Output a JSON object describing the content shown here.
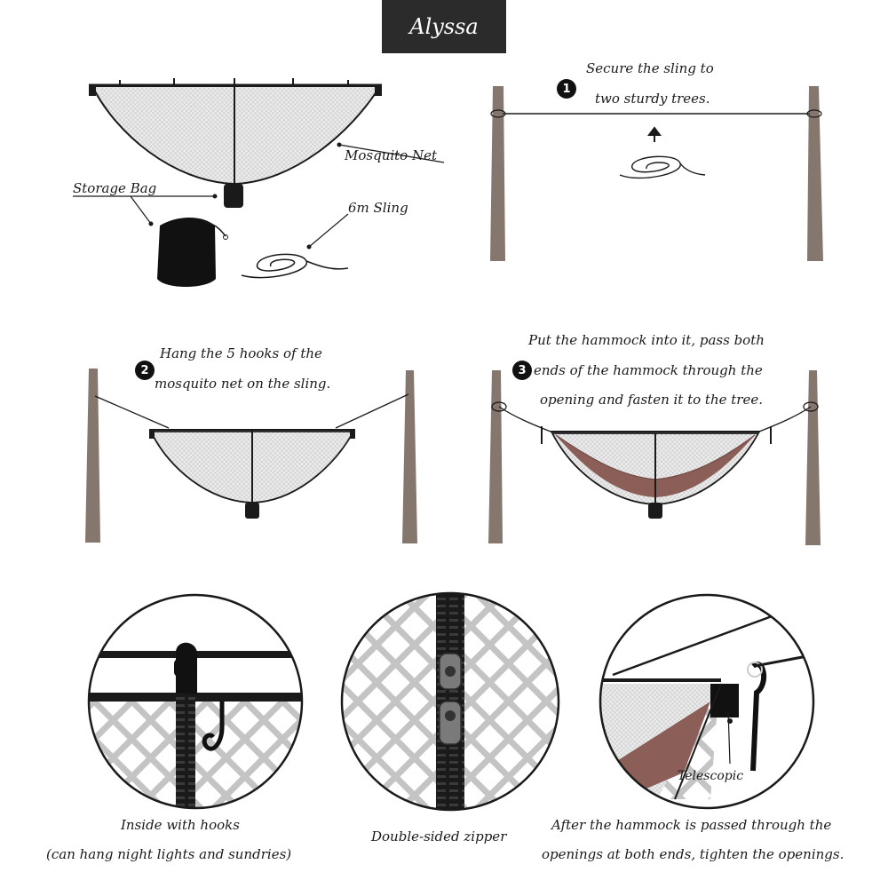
{
  "brand": "Alyssa",
  "colors": {
    "trunk": "#85776d",
    "hammock": "#8b5e58",
    "net_fill": "#e9e9e9",
    "mesh": "#c9c9c9",
    "ink": "#1a1a1a"
  },
  "parts": {
    "net_label": "Mosquito Net",
    "bag_label": "Storage Bag",
    "sling_label": "6m Sling"
  },
  "steps": [
    {
      "number": "1",
      "lines": [
        "Secure the sling to",
        "two sturdy trees."
      ]
    },
    {
      "number": "2",
      "lines": [
        "Hang the 5 hooks of the",
        "mosquito net on the sling."
      ]
    },
    {
      "number": "3",
      "lines": [
        "Put the hammock into it, pass both",
        "ends of the hammock through the",
        "opening and fasten it to the tree."
      ]
    }
  ],
  "details": [
    {
      "caption_lines": [
        "Inside with hooks",
        "(can hang night lights and sundries)"
      ]
    },
    {
      "caption_lines": [
        "Double-sided zipper"
      ],
      "icon": "zipper-pull-icon"
    },
    {
      "caption_lines": [
        "After the hammock is passed through the",
        "openings at both ends, tighten the openings."
      ],
      "callout": "Telescopic"
    }
  ]
}
